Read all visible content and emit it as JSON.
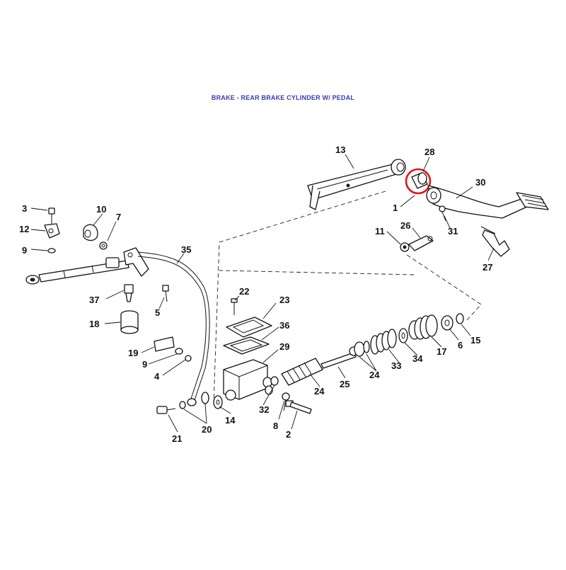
{
  "title": "BRAKE - REAR BRAKE CYLINDER W/ PEDAL",
  "colors": {
    "title": "#3a3ab0",
    "highlight": "#e01515",
    "ink": "#111111"
  },
  "callouts": {
    "p13": "13",
    "p28": "28",
    "p30": "30",
    "p1": "1",
    "p11": "11",
    "p26": "26",
    "p31": "31",
    "p27": "27",
    "p3": "3",
    "p10": "10",
    "p7": "7",
    "p12": "12",
    "p9a": "9",
    "p35": "35",
    "p37": "37",
    "p5": "5",
    "p18": "18",
    "p22": "22",
    "p23": "23",
    "p36": "36",
    "p29": "29",
    "p19": "19",
    "p9b": "9",
    "p4": "4",
    "p15": "15",
    "p6": "6",
    "p17": "17",
    "p34": "34",
    "p33": "33",
    "p24a": "24",
    "p25": "25",
    "p24b": "24",
    "p32": "32",
    "p14": "14",
    "p20": "20",
    "p8": "8",
    "p2": "2",
    "p21": "21"
  },
  "highlighted_part": "28"
}
